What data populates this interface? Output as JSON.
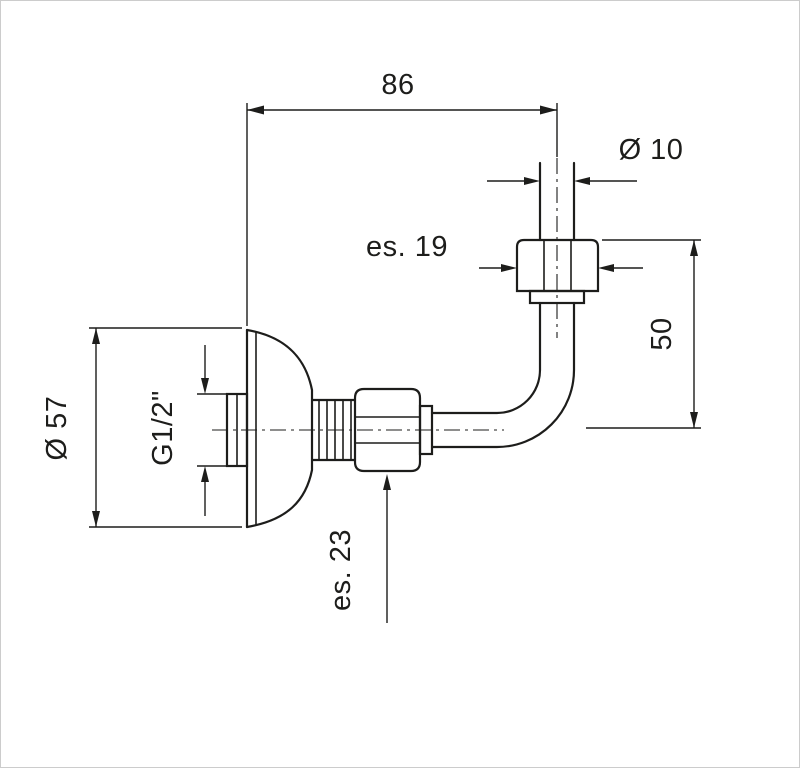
{
  "colors": {
    "line": "#1d1d1b",
    "background": "#ffffff"
  },
  "labels": {
    "total_width": "86",
    "pipe_diameter": "Ø 10",
    "upper_hex": "es. 19",
    "height": "50",
    "flange_diameter": "Ø 57",
    "thread": "G1/2\"",
    "lower_hex": "es. 23"
  }
}
